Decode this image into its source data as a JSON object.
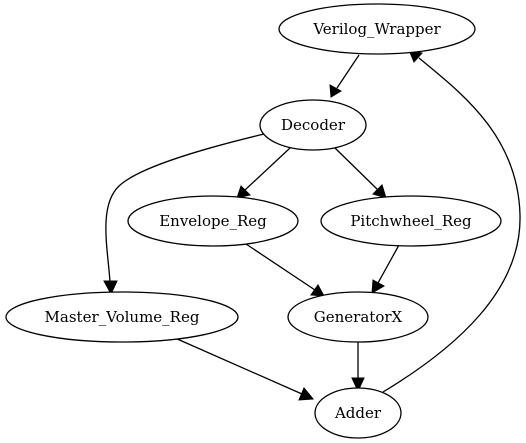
{
  "graph": {
    "nodes": [
      {
        "id": "verilog_wrapper",
        "label": "Verilog_Wrapper"
      },
      {
        "id": "decoder",
        "label": "Decoder"
      },
      {
        "id": "envelope_reg",
        "label": "Envelope_Reg"
      },
      {
        "id": "pitchwheel_reg",
        "label": "Pitchwheel_Reg"
      },
      {
        "id": "master_volume_reg",
        "label": "Master_Volume_Reg"
      },
      {
        "id": "generatorx",
        "label": "GeneratorX"
      },
      {
        "id": "adder",
        "label": "Adder"
      }
    ],
    "edges": [
      {
        "from": "verilog_wrapper",
        "to": "decoder"
      },
      {
        "from": "decoder",
        "to": "envelope_reg"
      },
      {
        "from": "decoder",
        "to": "pitchwheel_reg"
      },
      {
        "from": "decoder",
        "to": "master_volume_reg"
      },
      {
        "from": "envelope_reg",
        "to": "generatorx"
      },
      {
        "from": "pitchwheel_reg",
        "to": "generatorx"
      },
      {
        "from": "master_volume_reg",
        "to": "adder"
      },
      {
        "from": "generatorx",
        "to": "adder"
      },
      {
        "from": "adder",
        "to": "verilog_wrapper"
      }
    ]
  }
}
